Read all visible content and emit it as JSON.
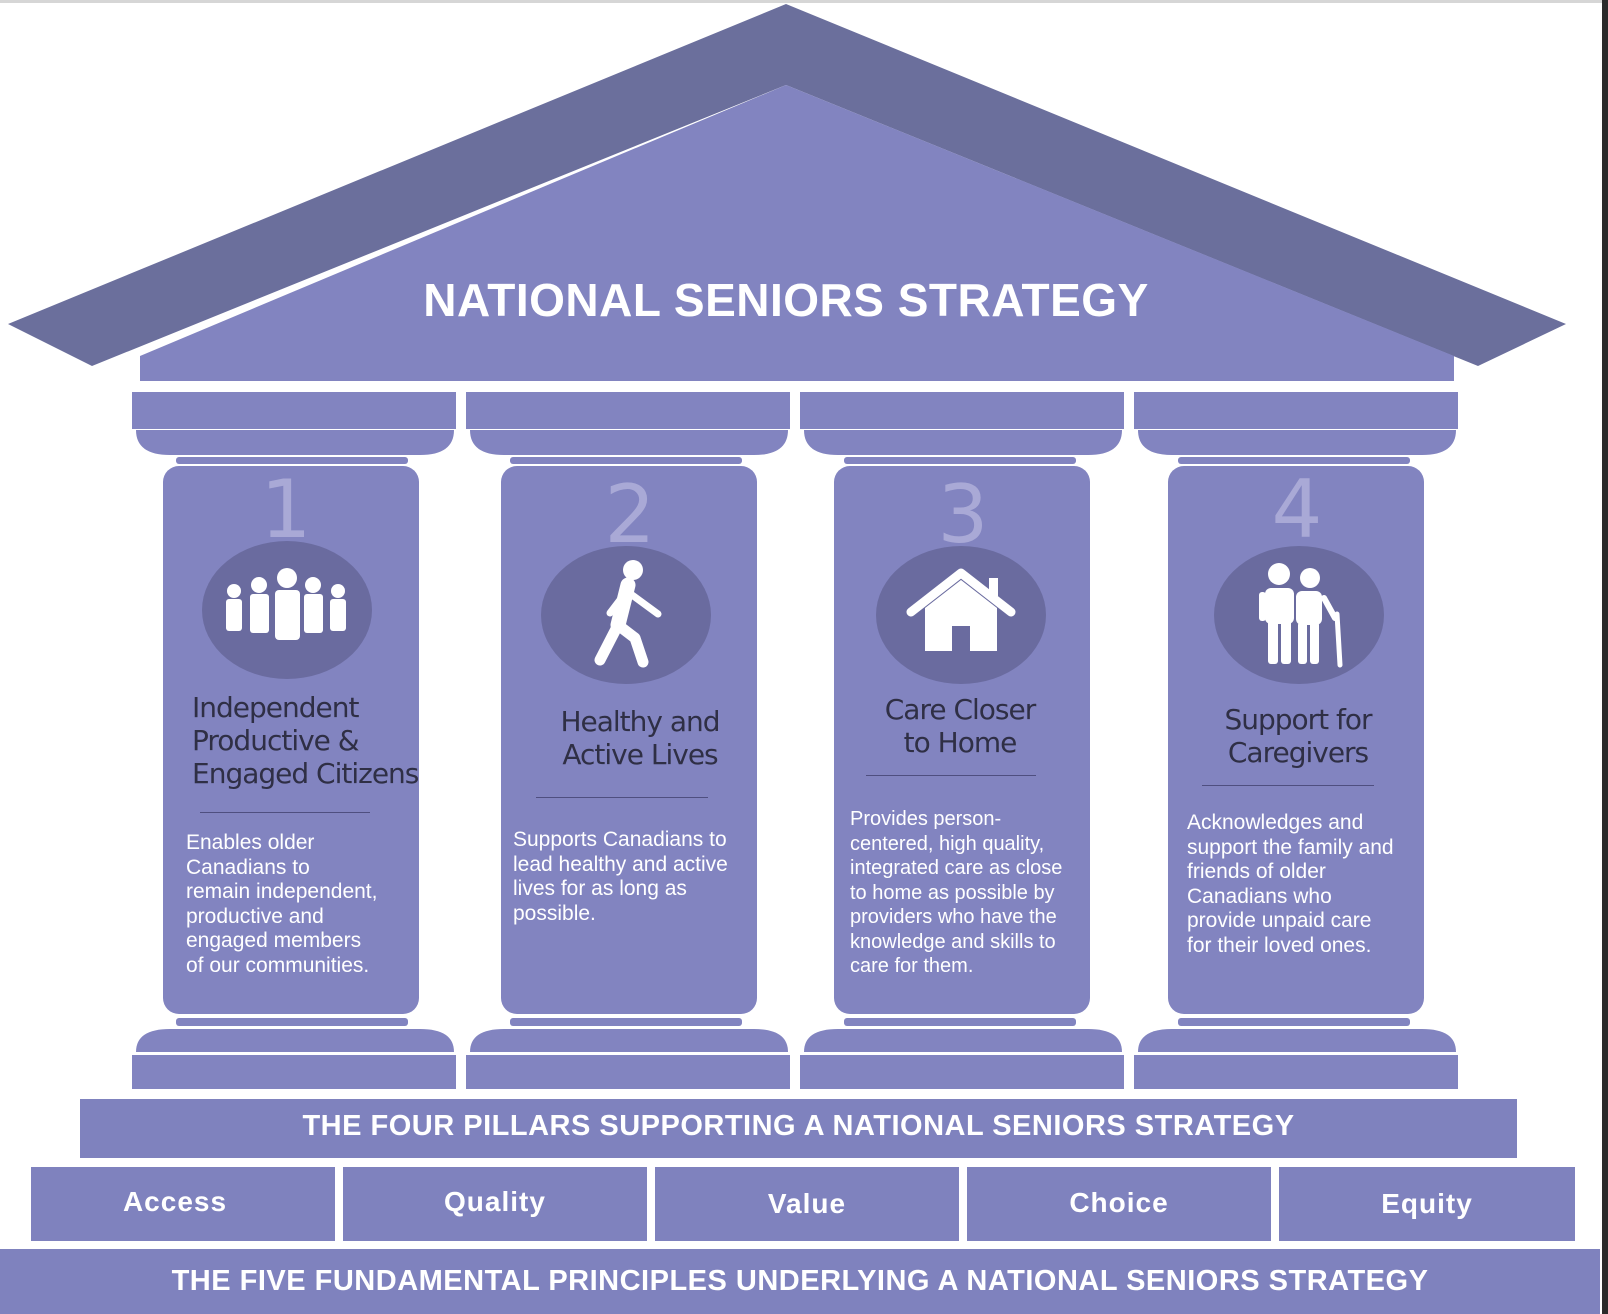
{
  "diagram": {
    "title": "NATIONAL SENIORS STRATEGY",
    "pillars_band": "THE FOUR PILLARS SUPPORTING A NATIONAL SENIORS STRATEGY",
    "principles_band": "THE FIVE FUNDAMENTAL PRINCIPLES UNDERLYING A NATIONAL SENIORS STRATEGY",
    "colors": {
      "roof_outer": "#6b6f9c",
      "roof_inner": "#8284c0",
      "pillar": "#8284c0",
      "icon_circle": "#6a6b9f",
      "band": "#7f82be"
    },
    "pillars": [
      {
        "number": "1",
        "icon": "group-icon",
        "title_lines": [
          "Independent",
          "Productive &",
          "Engaged Citizens"
        ],
        "text_lines": [
          "Enables older",
          "Canadians to",
          "remain independent,",
          "productive and",
          "engaged members",
          "of our communities."
        ]
      },
      {
        "number": "2",
        "icon": "walking-person-icon",
        "title_lines": [
          "Healthy and",
          "Active Lives"
        ],
        "text_lines": [
          "Supports Canadians to",
          "lead healthy and active",
          "lives for as long as",
          "possible."
        ]
      },
      {
        "number": "3",
        "icon": "house-icon",
        "title_lines": [
          "Care Closer",
          "to Home"
        ],
        "text_lines": [
          "Provides person-",
          "centered, high quality,",
          "integrated care as close",
          "to home as possible by",
          "providers who have the",
          "knowledge and skills to",
          "care for them."
        ]
      },
      {
        "number": "4",
        "icon": "elderly-couple-icon",
        "title_lines": [
          "Support for",
          "Caregivers"
        ],
        "text_lines": [
          "Acknowledges and",
          "support the family and",
          "friends of older",
          "Canadians who",
          "provide unpaid care",
          "for their loved ones."
        ]
      }
    ],
    "principles": [
      "Access",
      "Quality",
      "Value",
      "Choice",
      "Equity"
    ]
  }
}
